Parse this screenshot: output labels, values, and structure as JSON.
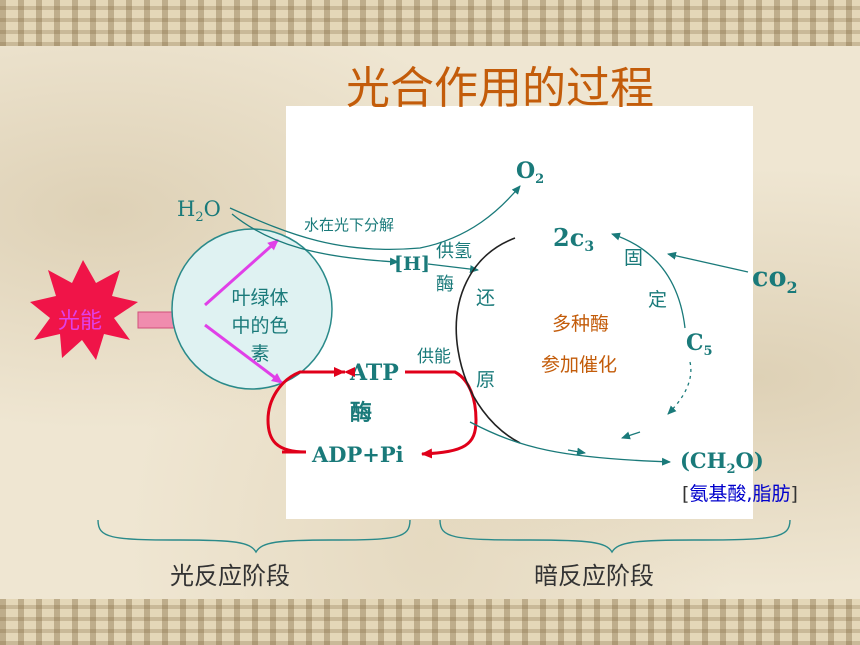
{
  "title": "光合作用的过程",
  "light_energy": "光能",
  "chloroplast_pigment": [
    "叶绿体",
    "中的色",
    "素"
  ],
  "water": {
    "base": "H",
    "sub": "2",
    "tail": "O"
  },
  "oxygen": {
    "base": "O",
    "sub": "2"
  },
  "water_split": "水在光下分解",
  "hydrogen": "[H]",
  "hydrogen_supply": [
    "供氢",
    "酶"
  ],
  "energy_supply": "供能",
  "reduction": [
    "还",
    "原"
  ],
  "atp": "ATP",
  "enzyme": "酶",
  "adp_pi": "ADP+Pi",
  "c3": {
    "base": "2c",
    "sub": "3"
  },
  "fixation": [
    "固",
    "定"
  ],
  "co2": {
    "base": "co",
    "sub": "2"
  },
  "c5": {
    "base": "C",
    "sub": "5"
  },
  "enzymes_catalysis": [
    "多种酶",
    "参加催化"
  ],
  "carbohydrate": {
    "open": "(CH",
    "sub": "2",
    "close": "O)"
  },
  "products": {
    "open": "[",
    "text": "氨基酸,脂肪",
    "close": "]"
  },
  "stages": {
    "light": "光反应阶段",
    "dark": "暗反应阶段"
  },
  "colors": {
    "title": "#c35c0a",
    "teal": "#1a7a7a",
    "red": "#e0001a",
    "magenta": "#e040e8",
    "orange_text": "#c35c0a",
    "blue_text": "#0000cc",
    "burst": "#f01448",
    "chloroplast_fill": "#dff2f2"
  }
}
